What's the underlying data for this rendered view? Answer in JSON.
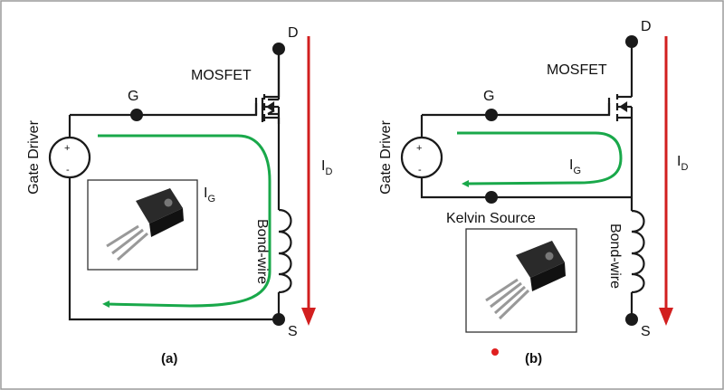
{
  "colors": {
    "wire": "#1a1a1a",
    "loop": "#19a84a",
    "drain_current": "#d21f1f",
    "frame": "#9a9a9a",
    "marker": "#e02020"
  },
  "circuit_a": {
    "caption": "(a)",
    "drain_label": "D",
    "source_label": "S",
    "gate_label": "G",
    "mosfet_label": "MOSFET",
    "driver_label": "Gate Driver",
    "bondwire_label": "Bond-wire",
    "loop_current": {
      "main": "I",
      "sub": "G"
    },
    "drain_current": {
      "main": "I",
      "sub": "D"
    },
    "package_icon": "to247-package-icon"
  },
  "circuit_b": {
    "caption": "(b)",
    "drain_label": "D",
    "source_label": "S",
    "gate_label": "G",
    "mosfet_label": "MOSFET",
    "driver_label": "Gate Driver",
    "bondwire_label": "Bond-wire",
    "kelvin_label": "Kelvin Source",
    "loop_current": {
      "main": "I",
      "sub": "G"
    },
    "drain_current": {
      "main": "I",
      "sub": "D"
    },
    "package_icon": "to247-4-package-icon"
  }
}
